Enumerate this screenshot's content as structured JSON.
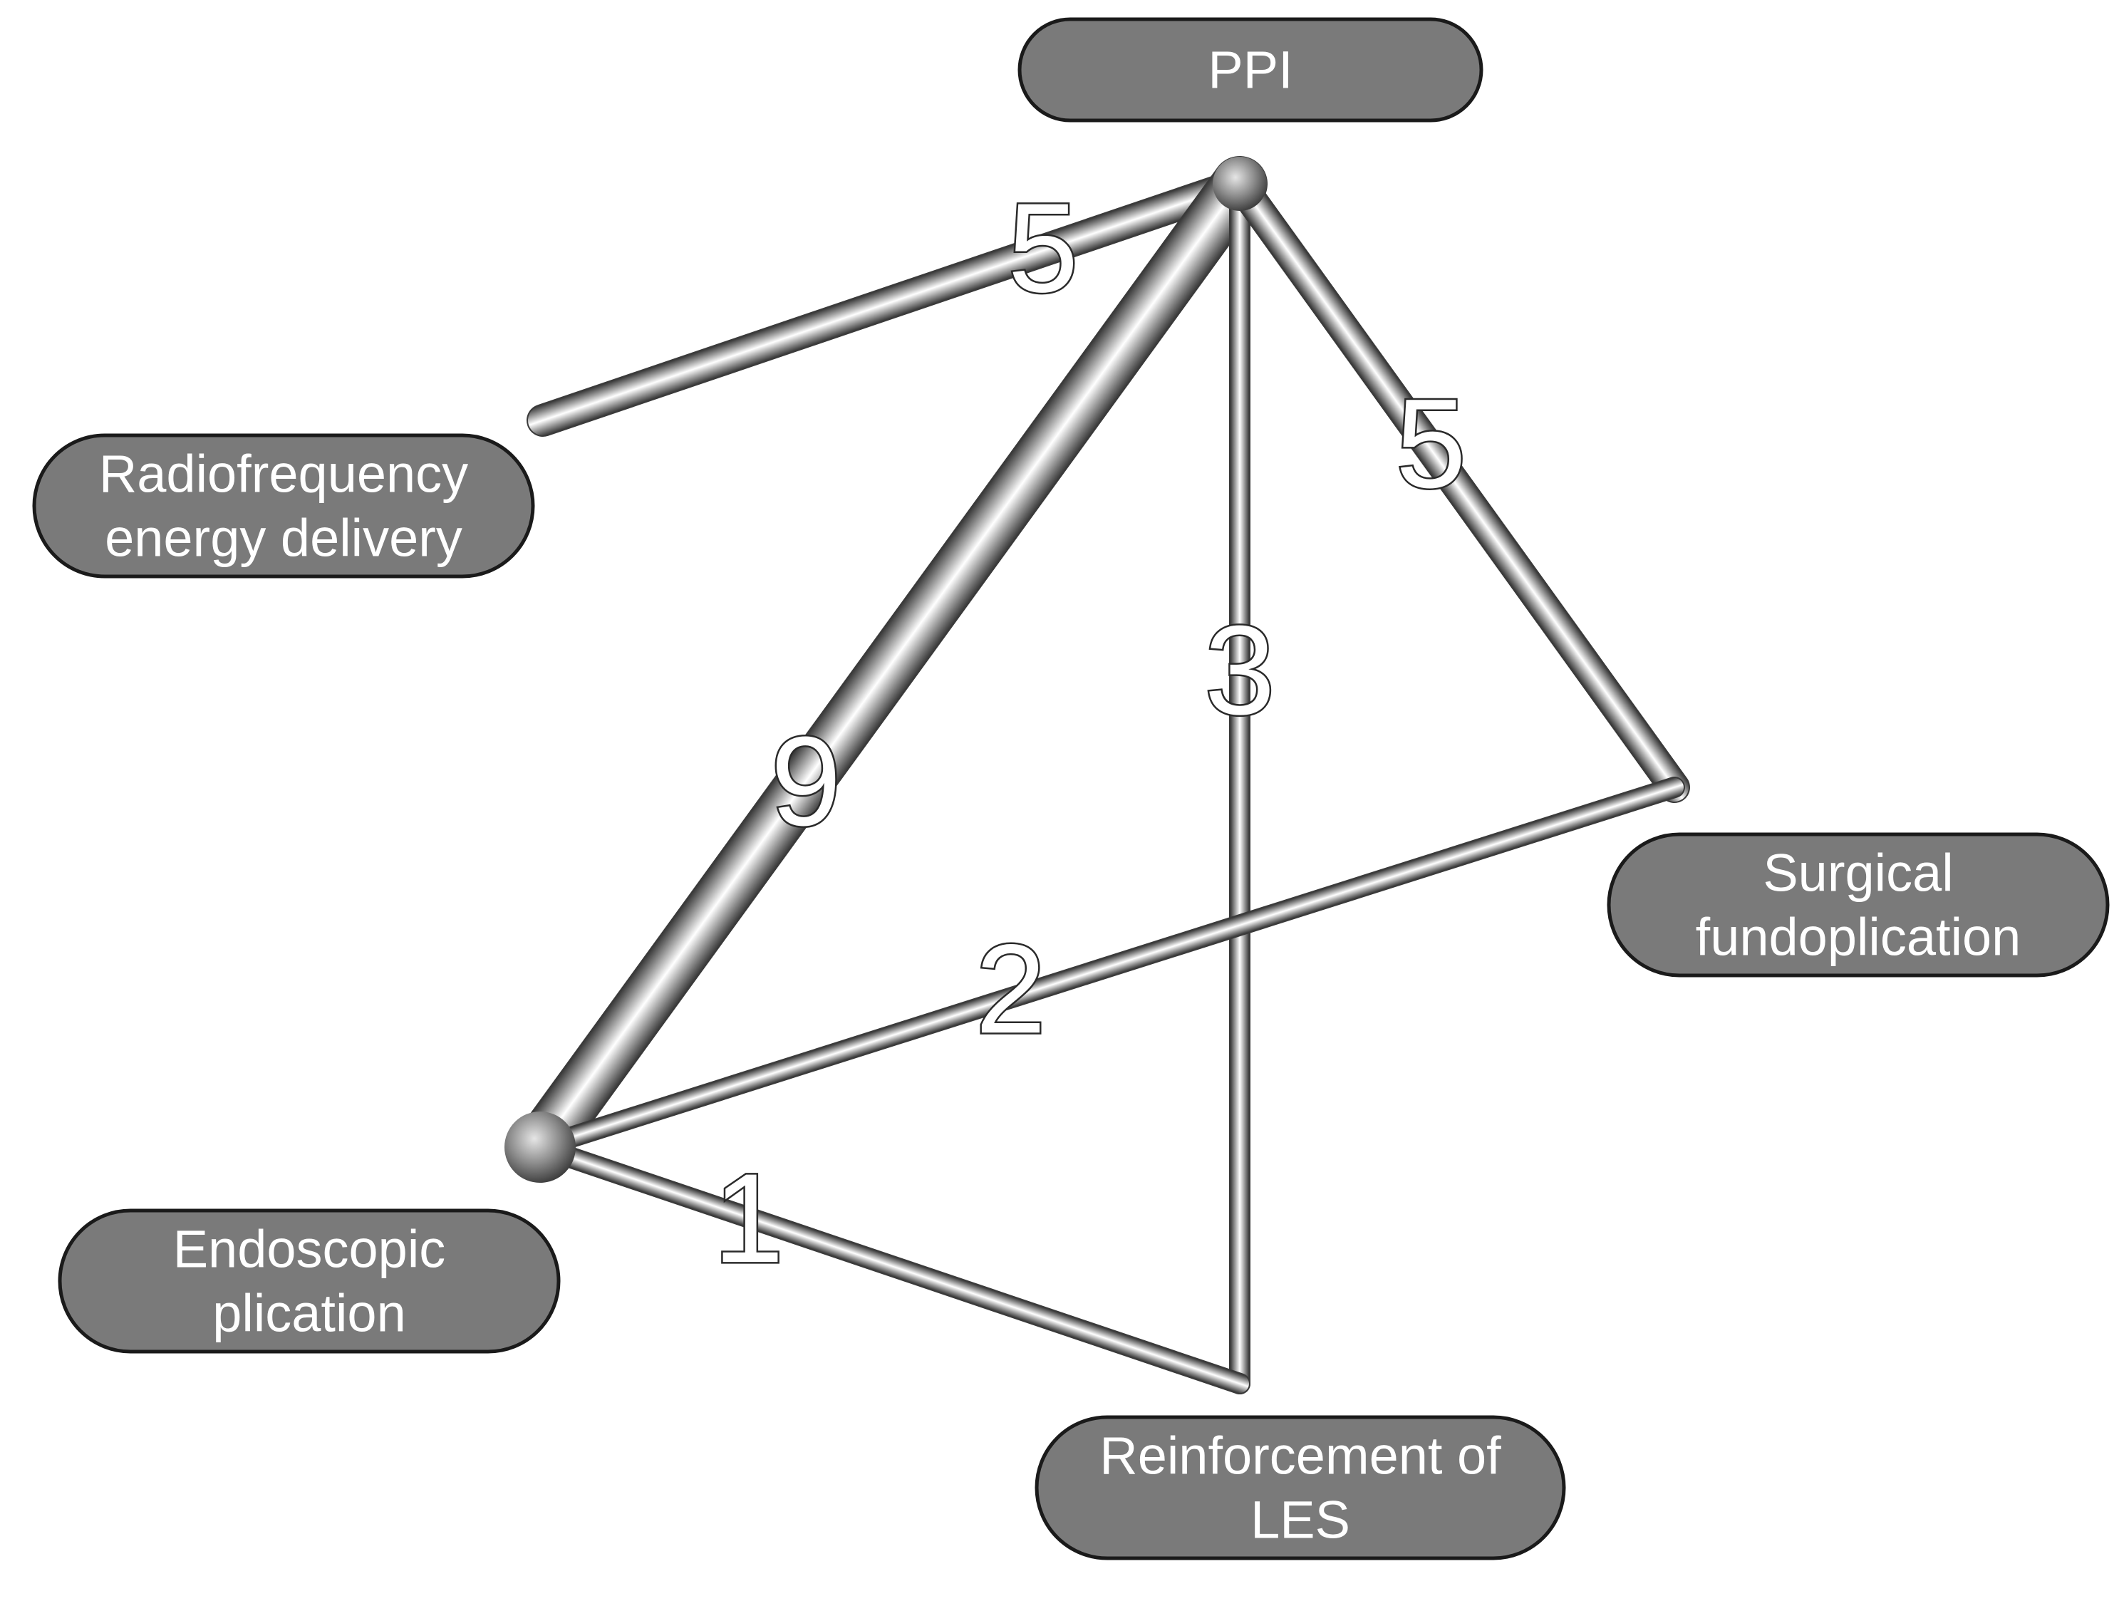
{
  "diagram": {
    "nodes": [
      {
        "id": "ppi",
        "lines": [
          "PPI"
        ]
      },
      {
        "id": "rf",
        "lines": [
          "Radiofrequency",
          "energy delivery"
        ]
      },
      {
        "id": "sf",
        "lines": [
          "Surgical",
          "fundoplication"
        ]
      },
      {
        "id": "ep",
        "lines": [
          "Endoscopic",
          "plication"
        ]
      },
      {
        "id": "les",
        "lines": [
          "Reinforcement of",
          "LES"
        ]
      }
    ],
    "edges": [
      {
        "from": "ppi",
        "to": "rf",
        "label": "5"
      },
      {
        "from": "ppi",
        "to": "ep",
        "label": "9"
      },
      {
        "from": "ppi",
        "to": "les",
        "label": "3"
      },
      {
        "from": "ppi",
        "to": "sf",
        "label": "5"
      },
      {
        "from": "sf",
        "to": "ep",
        "label": "2"
      },
      {
        "from": "ep",
        "to": "les",
        "label": "1"
      }
    ],
    "colors": {
      "node_fill": "#7a7a7a",
      "node_border": "#1a1a1a",
      "node_text": "#ffffff",
      "edge_light": "#ffffff",
      "edge_dark": "#3a3a3a"
    }
  }
}
